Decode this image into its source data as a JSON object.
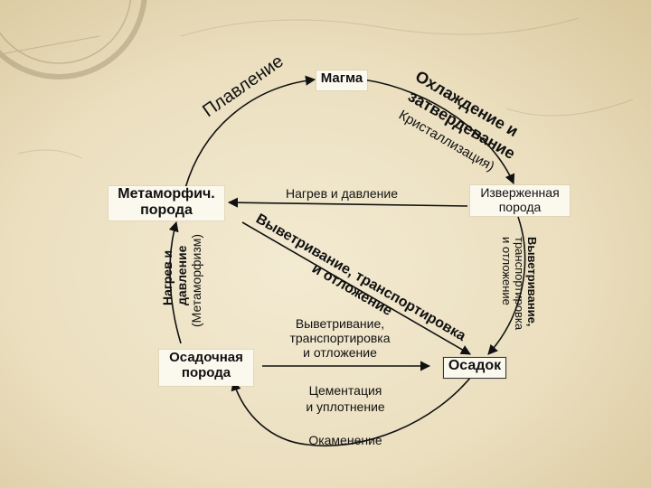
{
  "nodes": {
    "magma": "Магма",
    "igneous": [
      "Изверженная",
      "порода"
    ],
    "sediment": "Осадок",
    "sedimentary": [
      "Осадочная",
      "порода"
    ],
    "metamorphic": [
      "Метаморфич.",
      "порода"
    ]
  },
  "processes": {
    "melting": "Плавление",
    "cooling": [
      "Охлаждение и",
      "затвердевание",
      "Кристаллизация)"
    ],
    "heat_pressure": "Нагрев и давление",
    "weathering_diag": [
      "Выветривание, транспортировка",
      "и отложение"
    ],
    "weathering_right": [
      "Выветривание,",
      "транспортировка",
      "и отложение"
    ],
    "weathering_bottom": [
      "Выветривание,",
      "транспортировка",
      "и отложение"
    ],
    "cementation": [
      "Цементация",
      "и уплотнение"
    ],
    "lithification": "Окаменение",
    "metamorphism": [
      "Нагрев и",
      "давление",
      "(Метаморфизм)"
    ]
  },
  "colors": {
    "ink": "#111111",
    "box_fill": "#fbf8ee",
    "sediment_border": "#333333"
  }
}
